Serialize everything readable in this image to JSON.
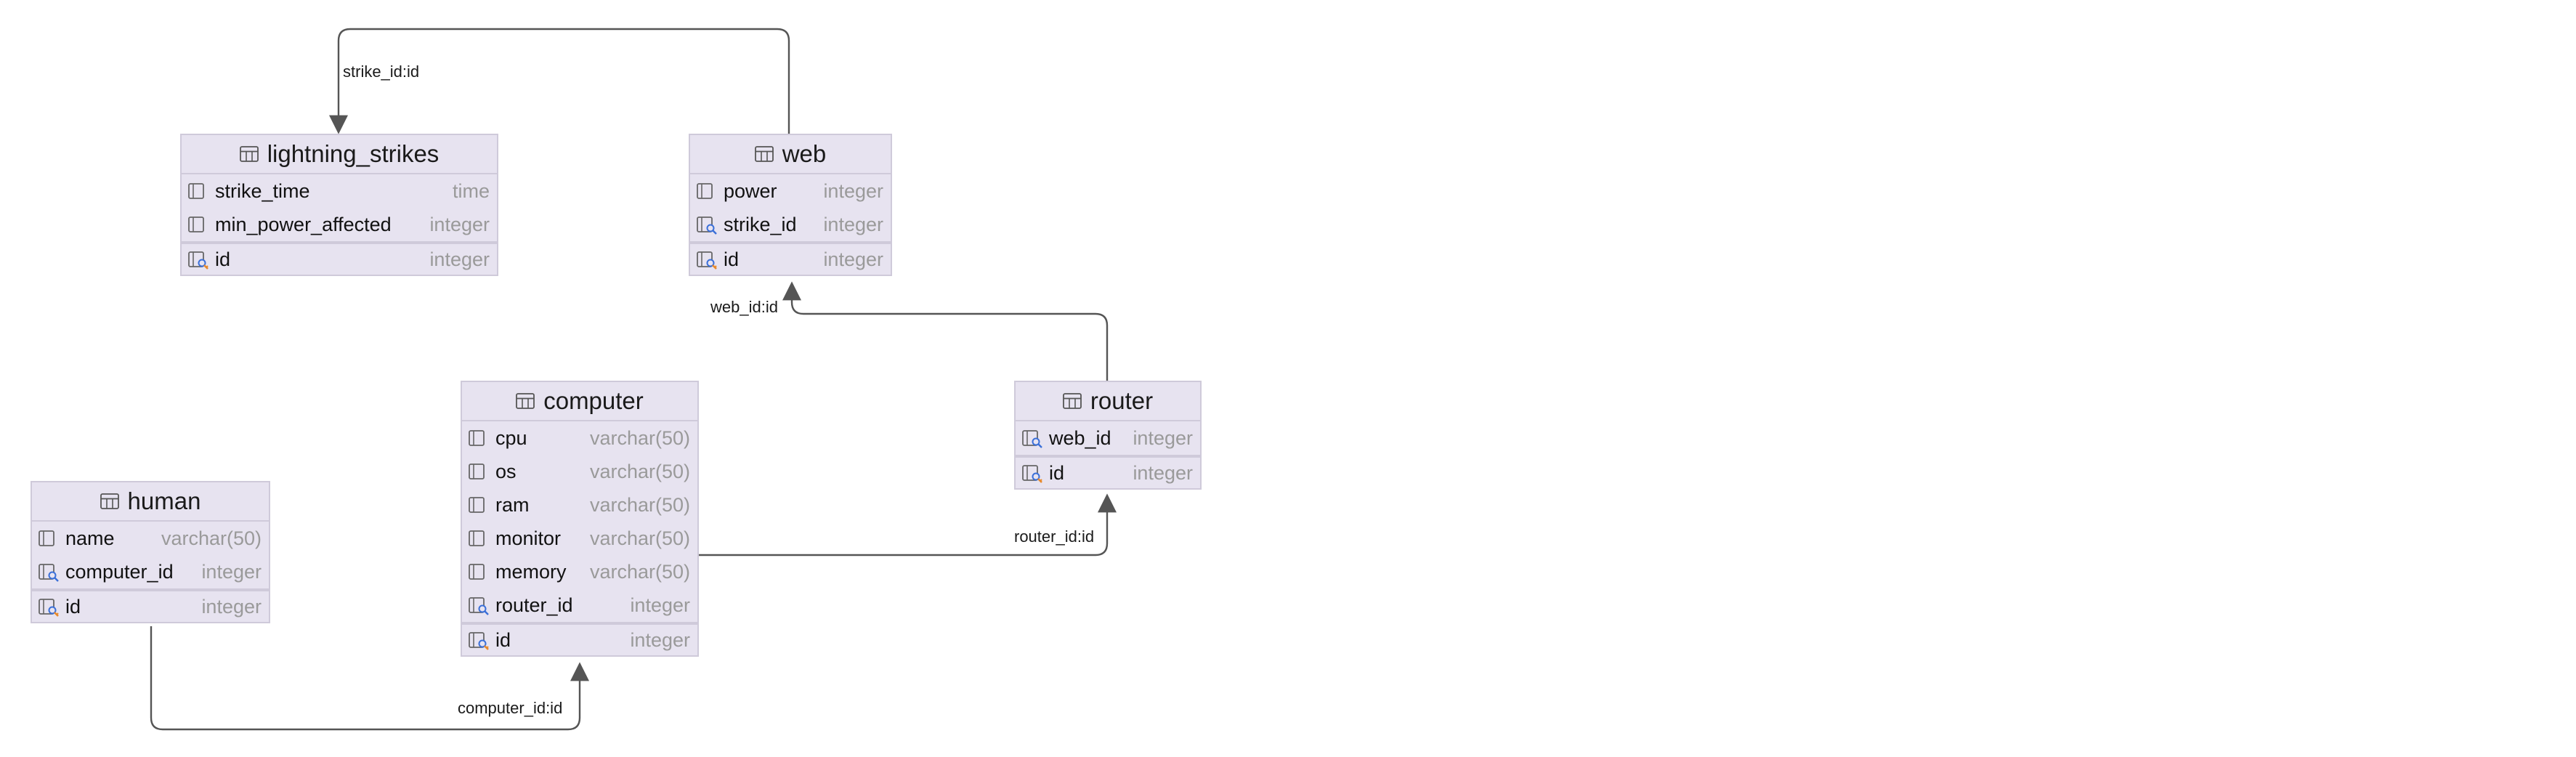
{
  "tables": [
    {
      "name": "lightning_strikes",
      "columns": [
        {
          "name": "strike_time",
          "type": "time",
          "kind": "column"
        },
        {
          "name": "min_power_affected",
          "type": "integer",
          "kind": "column"
        }
      ],
      "primary_key": {
        "name": "id",
        "type": "integer",
        "kind": "primary-key"
      }
    },
    {
      "name": "web",
      "columns": [
        {
          "name": "power",
          "type": "integer",
          "kind": "column"
        },
        {
          "name": "strike_id",
          "type": "integer",
          "kind": "foreign-key"
        }
      ],
      "primary_key": {
        "name": "id",
        "type": "integer",
        "kind": "primary-key"
      }
    },
    {
      "name": "computer",
      "columns": [
        {
          "name": "cpu",
          "type": "varchar(50)",
          "kind": "column"
        },
        {
          "name": "os",
          "type": "varchar(50)",
          "kind": "column"
        },
        {
          "name": "ram",
          "type": "varchar(50)",
          "kind": "column"
        },
        {
          "name": "monitor",
          "type": "varchar(50)",
          "kind": "column"
        },
        {
          "name": "memory",
          "type": "varchar(50)",
          "kind": "column"
        },
        {
          "name": "router_id",
          "type": "integer",
          "kind": "foreign-key"
        }
      ],
      "primary_key": {
        "name": "id",
        "type": "integer",
        "kind": "primary-key"
      }
    },
    {
      "name": "router",
      "columns": [
        {
          "name": "web_id",
          "type": "integer",
          "kind": "foreign-key"
        }
      ],
      "primary_key": {
        "name": "id",
        "type": "integer",
        "kind": "primary-key"
      }
    },
    {
      "name": "human",
      "columns": [
        {
          "name": "name",
          "type": "varchar(50)",
          "kind": "column"
        },
        {
          "name": "computer_id",
          "type": "integer",
          "kind": "foreign-key"
        }
      ],
      "primary_key": {
        "name": "id",
        "type": "integer",
        "kind": "primary-key"
      }
    }
  ],
  "relations": [
    {
      "from": "web",
      "to": "lightning_strikes",
      "label": "strike_id:id"
    },
    {
      "from": "router",
      "to": "web",
      "label": "web_id:id"
    },
    {
      "from": "computer",
      "to": "router",
      "label": "router_id:id"
    },
    {
      "from": "human",
      "to": "computer",
      "label": "computer_id:id"
    }
  ],
  "colors": {
    "table_fill": "#e7e3f0",
    "table_border": "#cfcada",
    "edge": "#555555",
    "type_text": "#9a9a9a",
    "key_icon": "#3a6fd8",
    "pk_accent": "#e8892b"
  }
}
